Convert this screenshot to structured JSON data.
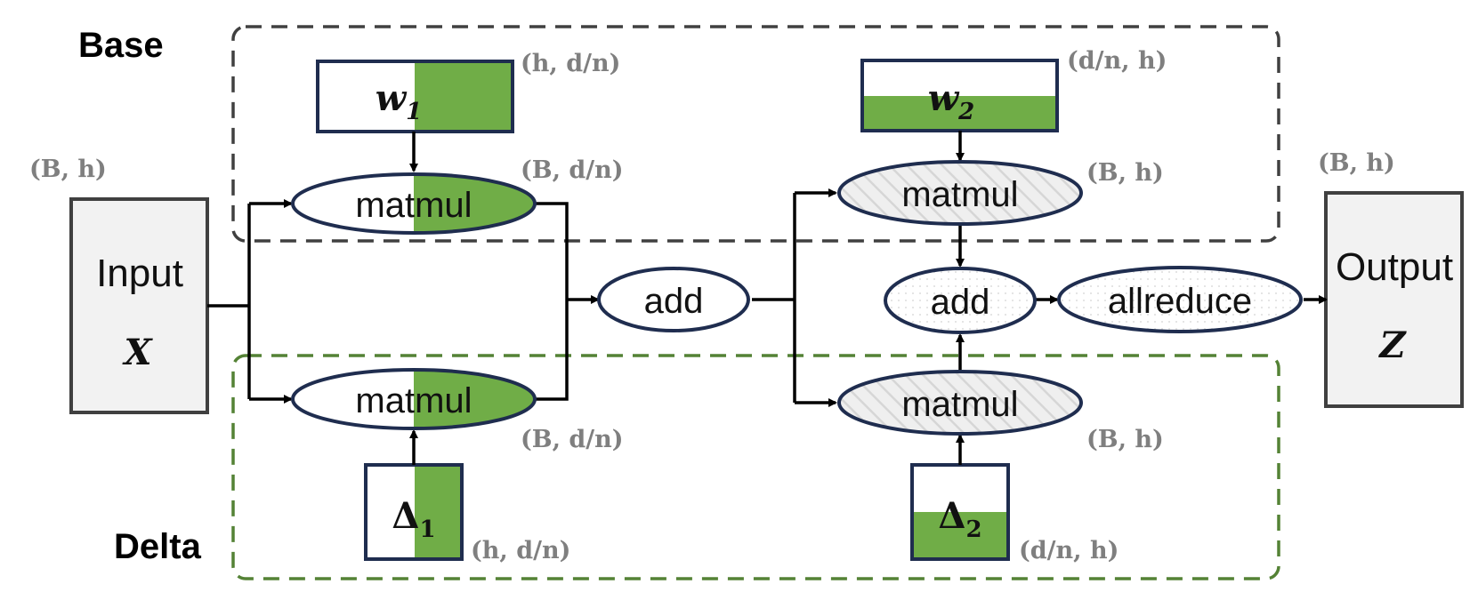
{
  "sections": {
    "base_label": "Base",
    "delta_label": "Delta"
  },
  "input": {
    "title": "Input",
    "symbol": "X",
    "dims": "(B, h)"
  },
  "output": {
    "title": "Output",
    "symbol": "Z",
    "dims": "(B, h)"
  },
  "weights": {
    "w1": {
      "symbol": "w",
      "subscript": "1",
      "dims": "(h, d/n)"
    },
    "w2": {
      "symbol": "w",
      "subscript": "2",
      "dims": "(d/n, h)"
    },
    "delta1": {
      "symbol": "Δ",
      "subscript": "1",
      "dims": "(h, d/n)"
    },
    "delta2": {
      "symbol": "Δ",
      "subscript": "2",
      "dims": "(d/n, h)"
    }
  },
  "ops": {
    "matmul_base_1": {
      "label": "matmul",
      "dims": "(B, d/n)"
    },
    "matmul_delta_1": {
      "label": "matmul",
      "dims": "(B, d/n)"
    },
    "add_1": {
      "label": "add"
    },
    "matmul_base_2": {
      "label": "matmul",
      "dims": "(B, h)"
    },
    "matmul_delta_2": {
      "label": "matmul",
      "dims": "(B, h)"
    },
    "add_2": {
      "label": "add"
    },
    "allreduce": {
      "label": "allreduce"
    }
  },
  "colors": {
    "green": "#70ad47",
    "navy": "#1f2d4f",
    "base_border": "#404040",
    "delta_border": "#548235",
    "box_fill": "#f2f2f2",
    "box_border": "#404040",
    "dim_text": "#7f7f7f"
  }
}
